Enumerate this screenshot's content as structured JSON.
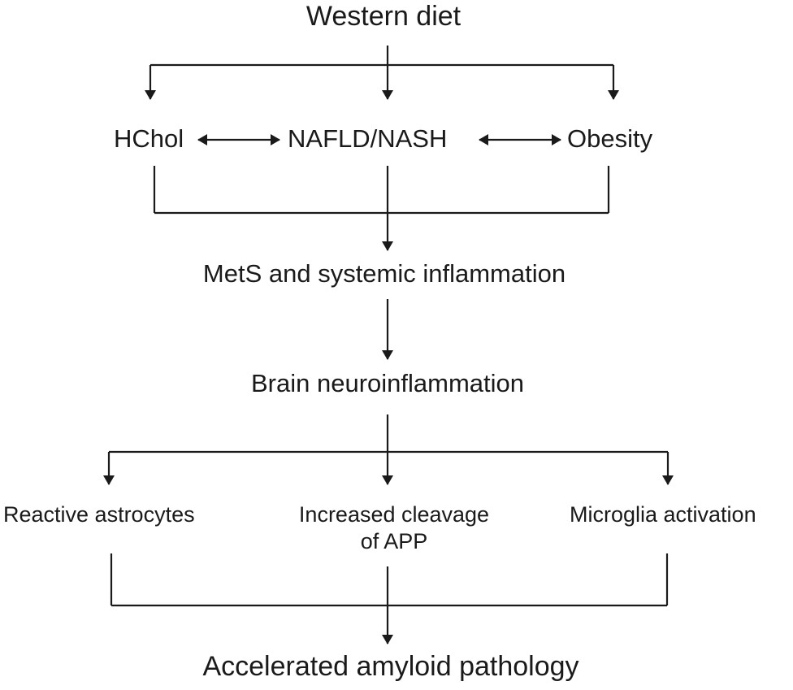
{
  "diagram": {
    "nodes": {
      "western_diet": "Western diet",
      "hchol": "HChol",
      "nafld_nash": "NAFLD/NASH",
      "obesity": "Obesity",
      "mets": "MetS and systemic inflammation",
      "brain": "Brain neuroinflammation",
      "astrocytes": "Reactive astrocytes",
      "cleavage_line1": "Increased cleavage",
      "cleavage_line2": "of APP",
      "microglia": "Microglia activation",
      "amyloid": "Accelerated amyloid pathology"
    },
    "edges": [
      {
        "from": "Western diet",
        "to": "HChol",
        "type": "arrow"
      },
      {
        "from": "Western diet",
        "to": "NAFLD/NASH",
        "type": "arrow"
      },
      {
        "from": "Western diet",
        "to": "Obesity",
        "type": "arrow"
      },
      {
        "from": "HChol",
        "to": "NAFLD/NASH",
        "type": "bidirectional"
      },
      {
        "from": "NAFLD/NASH",
        "to": "Obesity",
        "type": "bidirectional"
      },
      {
        "from": "HChol",
        "to": "MetS and systemic inflammation",
        "type": "merge-arrow"
      },
      {
        "from": "NAFLD/NASH",
        "to": "MetS and systemic inflammation",
        "type": "merge-arrow"
      },
      {
        "from": "Obesity",
        "to": "MetS and systemic inflammation",
        "type": "merge-arrow"
      },
      {
        "from": "MetS and systemic inflammation",
        "to": "Brain neuroinflammation",
        "type": "arrow"
      },
      {
        "from": "Brain neuroinflammation",
        "to": "Reactive astrocytes",
        "type": "arrow"
      },
      {
        "from": "Brain neuroinflammation",
        "to": "Increased cleavage of APP",
        "type": "arrow"
      },
      {
        "from": "Brain neuroinflammation",
        "to": "Microglia activation",
        "type": "arrow"
      },
      {
        "from": "Reactive astrocytes",
        "to": "Accelerated amyloid pathology",
        "type": "merge-arrow"
      },
      {
        "from": "Increased cleavage of APP",
        "to": "Accelerated amyloid pathology",
        "type": "merge-arrow"
      },
      {
        "from": "Microglia activation",
        "to": "Accelerated amyloid pathology",
        "type": "merge-arrow"
      }
    ],
    "line_color": "#1a1a1a"
  }
}
